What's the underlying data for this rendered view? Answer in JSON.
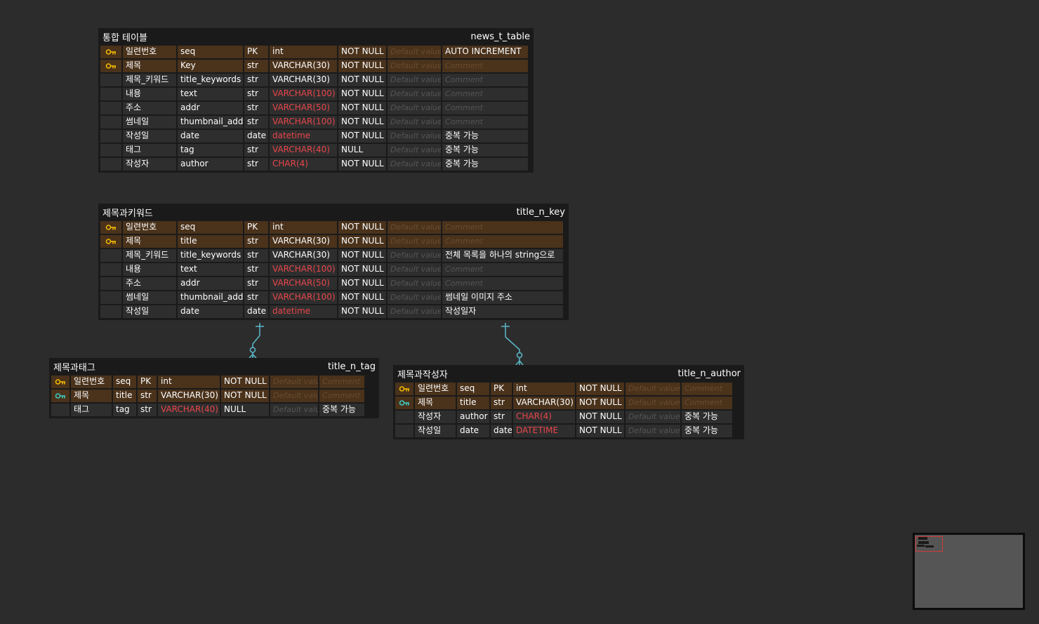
{
  "colors": {
    "background": "#2c2c2c",
    "table_bg": "#1a1a1a",
    "cell_bg": "#2e2e2e",
    "key_row_bg": "#4a321b",
    "type_warning": "#e8464b",
    "primary_key_icon": "#f0b800",
    "foreign_key_icon": "#3cc6c0",
    "relation_line": "#5ab2c4",
    "minimap_bg": "#555555",
    "minimap_view": "#d23a3a"
  },
  "tables": [
    {
      "id": "news_t_table",
      "title": "통합 테이블",
      "name": "news_t_table",
      "rows": [
        {
          "key": "pk",
          "label": "일련번호",
          "field": "seq",
          "kind": "PK",
          "type": "int",
          "type_red": false,
          "null": "NOT NULL",
          "default": "Default value",
          "comment": "AUTO INCREMENT",
          "comment_ph": false
        },
        {
          "key": "pk",
          "label": "제목",
          "field": "Key",
          "kind": "str",
          "type": "VARCHAR(30)",
          "type_red": false,
          "null": "NOT NULL",
          "default": "Default value",
          "comment": "Comment",
          "comment_ph": true
        },
        {
          "key": "",
          "label": "제목_키워드",
          "field": "title_keywords",
          "kind": "str",
          "type": "VARCHAR(30)",
          "type_red": false,
          "null": "NOT NULL",
          "default": "Default value",
          "comment": "Comment",
          "comment_ph": true
        },
        {
          "key": "",
          "label": "내용",
          "field": "text",
          "kind": "str",
          "type": "VARCHAR(100)",
          "type_red": true,
          "null": "NOT NULL",
          "default": "Default value",
          "comment": "Comment",
          "comment_ph": true
        },
        {
          "key": "",
          "label": "주소",
          "field": "addr",
          "kind": "str",
          "type": "VARCHAR(50)",
          "type_red": true,
          "null": "NOT NULL",
          "default": "Default value",
          "comment": "Comment",
          "comment_ph": true
        },
        {
          "key": "",
          "label": "썸네일",
          "field": "thumbnail_addr",
          "kind": "str",
          "type": "VARCHAR(100)",
          "type_red": true,
          "null": "NOT NULL",
          "default": "Default value",
          "comment": "Comment",
          "comment_ph": true
        },
        {
          "key": "",
          "label": "작성일",
          "field": "date",
          "kind": "date",
          "type": "datetime",
          "type_red": true,
          "null": "NOT NULL",
          "default": "Default value",
          "comment": "중복 가능",
          "comment_ph": false
        },
        {
          "key": "",
          "label": "태그",
          "field": "tag",
          "kind": "str",
          "type": "VARCHAR(40)",
          "type_red": true,
          "null": "NULL",
          "default": "Default value",
          "comment": "중복 가능",
          "comment_ph": false
        },
        {
          "key": "",
          "label": "작성자",
          "field": "author",
          "kind": "str",
          "type": "CHAR(4)",
          "type_red": true,
          "null": "NOT NULL",
          "default": "Default value",
          "comment": "중복 가능",
          "comment_ph": false
        }
      ]
    },
    {
      "id": "title_n_key",
      "title": "제목과키워드",
      "name": "title_n_key",
      "rows": [
        {
          "key": "pk",
          "label": "일련번호",
          "field": "seq",
          "kind": "PK",
          "type": "int",
          "type_red": false,
          "null": "NOT NULL",
          "default": "Default value",
          "comment": "Comment",
          "comment_ph": true
        },
        {
          "key": "pk",
          "label": "제목",
          "field": "title",
          "kind": "str",
          "type": "VARCHAR(30)",
          "type_red": false,
          "null": "NOT NULL",
          "default": "Default value",
          "comment": "Comment",
          "comment_ph": true
        },
        {
          "key": "",
          "label": "제목_키워드",
          "field": "title_keywords",
          "kind": "str",
          "type": "VARCHAR(30)",
          "type_red": false,
          "null": "NOT NULL",
          "default": "Default value",
          "comment": "전체 목록을 하나의 string으로",
          "comment_ph": false
        },
        {
          "key": "",
          "label": "내용",
          "field": "text",
          "kind": "str",
          "type": "VARCHAR(100)",
          "type_red": true,
          "null": "NOT NULL",
          "default": "Default value",
          "comment": "Comment",
          "comment_ph": true
        },
        {
          "key": "",
          "label": "주소",
          "field": "addr",
          "kind": "str",
          "type": "VARCHAR(50)",
          "type_red": true,
          "null": "NOT NULL",
          "default": "Default value",
          "comment": "Comment",
          "comment_ph": true
        },
        {
          "key": "",
          "label": "썸네일",
          "field": "thumbnail_addr",
          "kind": "str",
          "type": "VARCHAR(100)",
          "type_red": true,
          "null": "NOT NULL",
          "default": "Default value",
          "comment": "썸네일 이미지 주소",
          "comment_ph": false
        },
        {
          "key": "",
          "label": "작성일",
          "field": "date",
          "kind": "date",
          "type": "datetime",
          "type_red": true,
          "null": "NOT NULL",
          "default": "Default value",
          "comment": "작성일자",
          "comment_ph": false
        }
      ]
    },
    {
      "id": "title_n_tag",
      "title": "제목과태그",
      "name": "title_n_tag",
      "rows": [
        {
          "key": "pk",
          "label": "일련번호",
          "field": "seq",
          "kind": "PK",
          "type": "int",
          "type_red": false,
          "null": "NOT NULL",
          "default": "Default value",
          "comment": "Comment",
          "comment_ph": true
        },
        {
          "key": "fk",
          "label": "제목",
          "field": "title",
          "kind": "str",
          "type": "VARCHAR(30)",
          "type_red": false,
          "null": "NOT NULL",
          "default": "Default value",
          "comment": "Comment",
          "comment_ph": true
        },
        {
          "key": "",
          "label": "태그",
          "field": "tag",
          "kind": "str",
          "type": "VARCHAR(40)",
          "type_red": true,
          "null": "NULL",
          "default": "Default value",
          "comment": "중복 가능",
          "comment_ph": false
        }
      ]
    },
    {
      "id": "title_n_author",
      "title": "제목과작성자",
      "name": "title_n_author",
      "rows": [
        {
          "key": "pk",
          "label": "일련번호",
          "field": "seq",
          "kind": "PK",
          "type": "int",
          "type_red": false,
          "null": "NOT NULL",
          "default": "Default value",
          "comment": "Comment",
          "comment_ph": true
        },
        {
          "key": "fk",
          "label": "제목",
          "field": "title",
          "kind": "str",
          "type": "VARCHAR(30)",
          "type_red": false,
          "null": "NOT NULL",
          "default": "Default value",
          "comment": "Comment",
          "comment_ph": true
        },
        {
          "key": "",
          "label": "작성자",
          "field": "author",
          "kind": "str",
          "type": "CHAR(4)",
          "type_red": true,
          "null": "NOT NULL",
          "default": "Default value",
          "comment": "중복 가능",
          "comment_ph": false
        },
        {
          "key": "",
          "label": "작성일",
          "field": "date",
          "kind": "date",
          "type": "DATETIME",
          "type_red": true,
          "null": "NOT NULL",
          "default": "Default value",
          "comment": "중복 가능",
          "comment_ph": false
        }
      ]
    }
  ],
  "relations": [
    {
      "from": "title_n_key",
      "to": "title_n_tag",
      "cardinality": "one-to-zero-or-many"
    },
    {
      "from": "title_n_key",
      "to": "title_n_author",
      "cardinality": "one-to-zero-or-many"
    }
  ],
  "minimap": {
    "visible": true
  }
}
